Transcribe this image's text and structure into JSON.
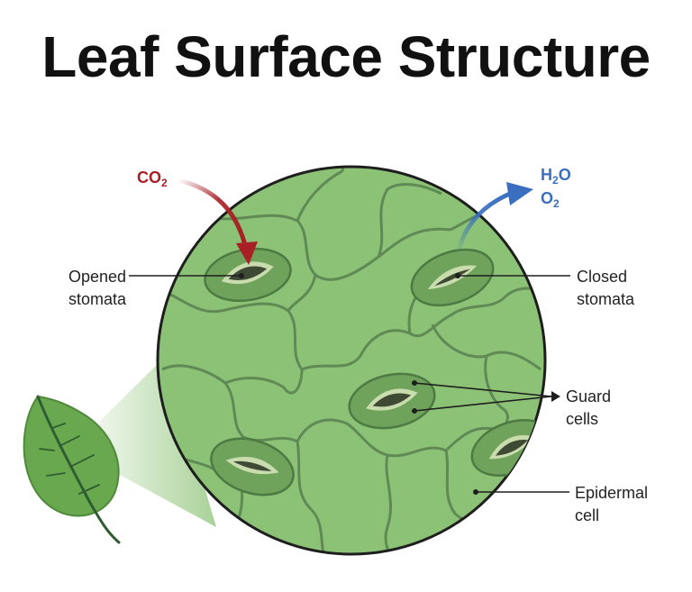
{
  "title": "Leaf Surface Structure",
  "gases": {
    "in": {
      "base": "CO",
      "sub": "2",
      "color": "#a81f24"
    },
    "out": [
      {
        "base": "H",
        "sub": "2",
        "tail": "O",
        "color": "#3a6ec1"
      },
      {
        "base": "O",
        "sub": "2",
        "tail": "",
        "color": "#3a6ec1"
      }
    ]
  },
  "labels": {
    "opened_line1": "Opened",
    "opened_line2": "stomata",
    "closed_line1": "Closed",
    "closed_line2": "stomata",
    "guard_line1": "Guard",
    "guard_line2": "cells",
    "epidermal_line1": "Epidermal",
    "epidermal_line2": "cell"
  },
  "colors": {
    "cell_fill": "#8cc275",
    "cell_border": "#5f8a55",
    "guard_fill": "#6fa35c",
    "leaf": "#6aa84f",
    "leaf_vein": "#2f5d32"
  }
}
